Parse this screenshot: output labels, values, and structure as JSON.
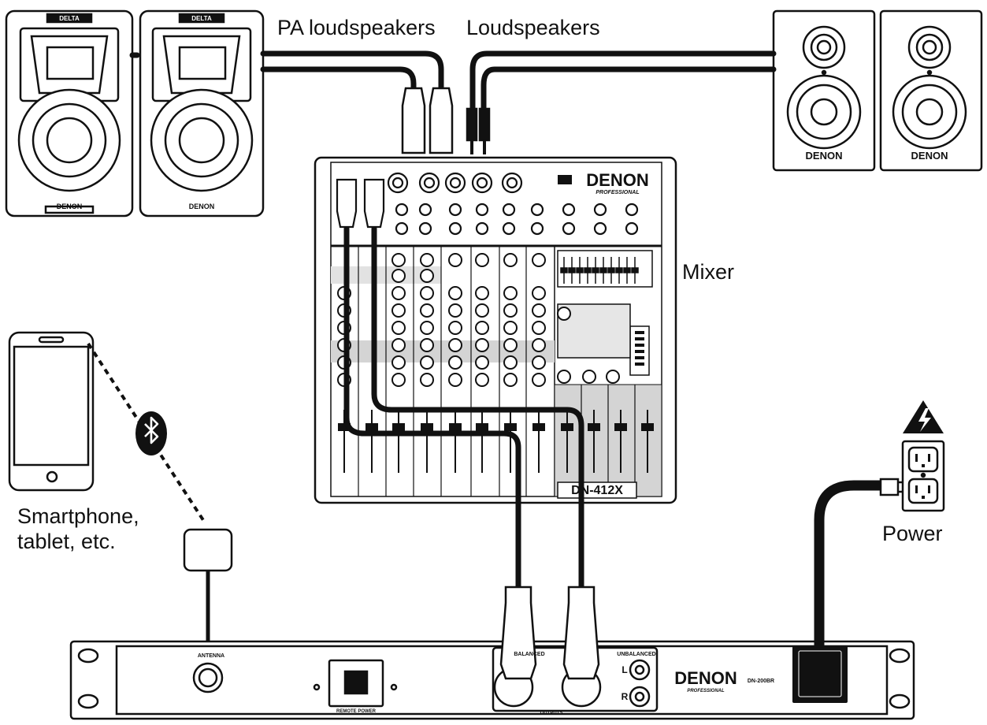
{
  "labels": {
    "pa_loudspeakers": "PA loudspeakers",
    "loudspeakers": "Loudspeakers",
    "mixer": "Mixer",
    "smartphone_line1": "Smartphone,",
    "smartphone_line2": "tablet, etc.",
    "power": "Power"
  },
  "device_text": {
    "pa_speaker_badge": "DELTA",
    "speaker_brand": "DENON",
    "mixer_brand": "DENON",
    "mixer_sub": "PROFESSIONAL",
    "mixer_model": "DN-412X",
    "rack_brand": "DENON",
    "rack_sub": "PROFESSIONAL",
    "rack_model": "DN-200BR",
    "antenna_label": "ANTENNA",
    "remote_label": "REMOTE POWER",
    "outputs_label": "OUTPUTS",
    "unbalanced_label": "UNBALANCED",
    "balanced_label": "BALANCED",
    "out_l": "L",
    "out_r": "R"
  },
  "colors": {
    "line": "#111111",
    "panel": "#ffffff",
    "shade": "#c8c8c8"
  }
}
